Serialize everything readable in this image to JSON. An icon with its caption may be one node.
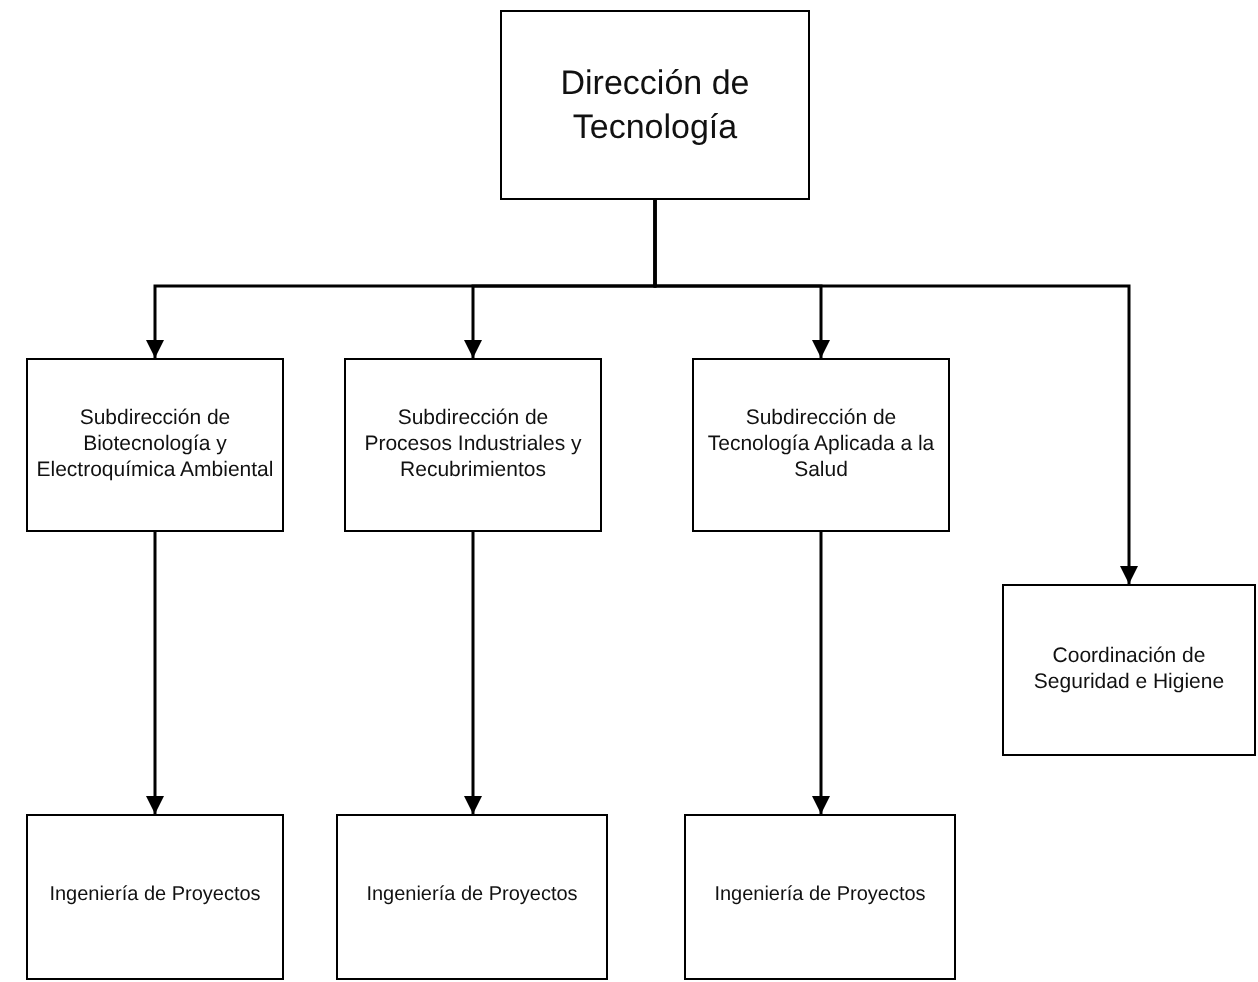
{
  "diagram": {
    "nodes": [
      {
        "text": [
          "Dirección de Tecnología"
        ]
      },
      {
        "text": [
          "Subdirección de Biotecnología y Electroquímica Ambiental"
        ]
      },
      {
        "text": [
          "Subdirección de Procesos Industriales y Recubrimientos"
        ]
      },
      {
        "text": [
          "Subdirección de Tecnología Aplicada a la Salud"
        ]
      },
      {
        "text": [
          "Coordinación de Seguridad e Higiene"
        ]
      },
      {
        "text": [
          "Ingeniería de Proyectos"
        ]
      },
      {
        "text": [
          "Ingeniería de Proyectos"
        ]
      },
      {
        "text": [
          "Ingeniería de Proyectos"
        ]
      }
    ],
    "edges": [
      {
        "from": 0,
        "to": 1,
        "arrow": "to"
      },
      {
        "from": 0,
        "to": 2,
        "arrow": "to"
      },
      {
        "from": 0,
        "to": 3,
        "arrow": "to"
      },
      {
        "from": 0,
        "to": 4,
        "arrow": "to"
      },
      {
        "from": 1,
        "to": 5,
        "arrow": "to"
      },
      {
        "from": 2,
        "to": 6,
        "arrow": "to"
      },
      {
        "from": 3,
        "to": 7,
        "arrow": "to"
      }
    ]
  }
}
